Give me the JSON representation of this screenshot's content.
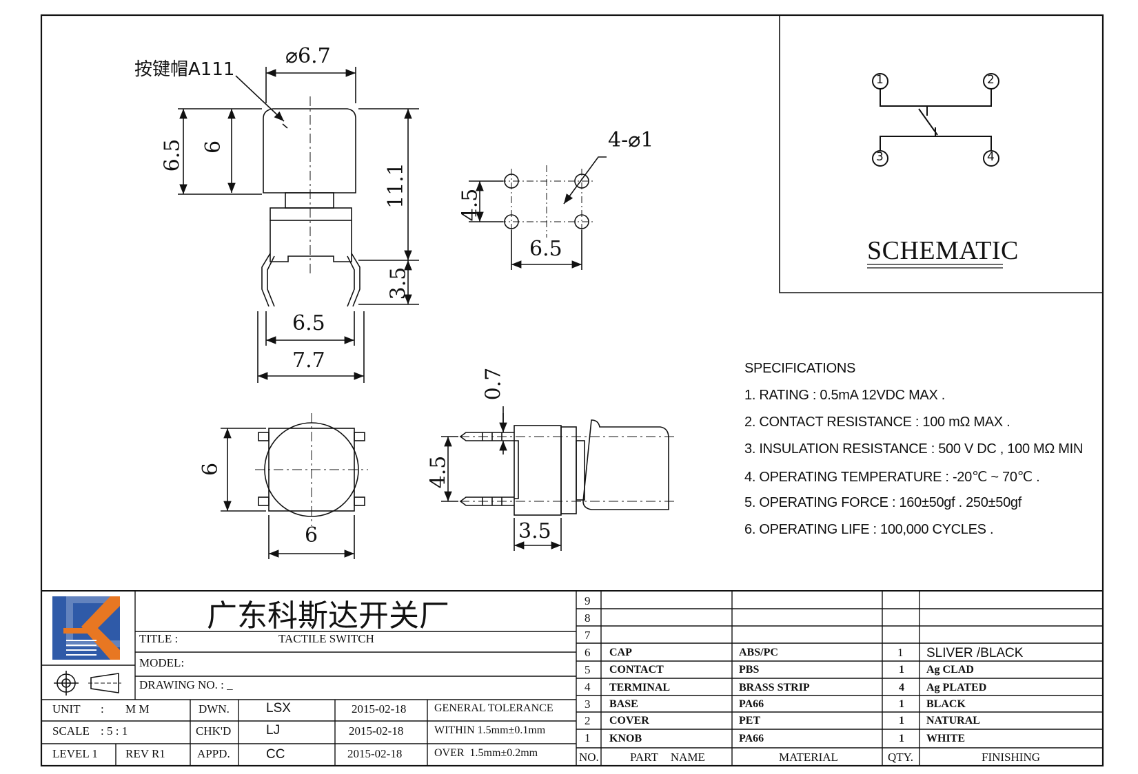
{
  "drawing": {
    "cap_callout": "按键帽A111",
    "dims": {
      "cap_diameter": "⌀6.7",
      "cap_height_total": "6.5",
      "cap_height": "6",
      "overall_height": "11.1",
      "pin_length": "3.5",
      "pin_span": "6.5",
      "body_width": "7.7",
      "hole_spec": "4-⌀1",
      "hole_pitch_v": "4.5",
      "hole_pitch_h": "6.5",
      "top_height": "6",
      "top_width": "6",
      "side_offset": "0.7",
      "side_pitch": "4.5",
      "side_depth": "3.5"
    }
  },
  "schematic": {
    "title": "SCHEMATIC",
    "pins": [
      "1",
      "2",
      "3",
      "4"
    ]
  },
  "specifications": {
    "heading": "SPECIFICATIONS",
    "items": [
      "1. RATING : 0.5mA 12VDC MAX .",
      "2. CONTACT RESISTANCE : 100 mΩ MAX .",
      "3. INSULATION RESISTANCE : 500 V DC , 100 MΩ MIN",
      "4. OPERATING TEMPERATURE : -20℃ ~ 70℃ .",
      "5. OPERATING FORCE : 160±50gf . 250±50gf",
      "6. OPERATING LIFE : 100,000 CYCLES ."
    ]
  },
  "title_block": {
    "company": "广东科斯达开关厂",
    "title_label": "TITLE :",
    "title_value": "TACTILE SWITCH",
    "model_label": "MODEL:",
    "drawing_no_label": "DRAWING NO. : _",
    "unit_label": "UNIT",
    "unit_sep": ":",
    "unit_value": "M M",
    "scale_label": "SCALE",
    "scale_value": ": 5 : 1",
    "level_label": "LEVEL 1",
    "rev_label": "REV R1",
    "roles": [
      {
        "role": "DWN.",
        "name": "LSX",
        "date": "2015-02-18"
      },
      {
        "role": "CHK'D",
        "name": "LJ",
        "date": "2015-02-18"
      },
      {
        "role": "APPD.",
        "name": "CC",
        "date": "2015-02-18"
      }
    ],
    "tolerance": [
      "GENERAL TOLERANCE",
      "WITHIN 1.5mm±0.1mm",
      "OVER  1.5mm±0.2mm"
    ]
  },
  "parts_table": {
    "headers": [
      "NO.",
      "PART NAME",
      "MATERIAL",
      "QTY.",
      "FINISHING"
    ],
    "rows": [
      {
        "no": "9",
        "part": "",
        "material": "",
        "qty": "",
        "finishing": ""
      },
      {
        "no": "8",
        "part": "",
        "material": "",
        "qty": "",
        "finishing": ""
      },
      {
        "no": "7",
        "part": "",
        "material": "",
        "qty": "",
        "finishing": ""
      },
      {
        "no": "6",
        "part": "CAP",
        "material": "ABS/PC",
        "qty": "1",
        "finishing": "SLIVER /BLACK"
      },
      {
        "no": "5",
        "part": "CONTACT",
        "material": "PBS",
        "qty": "1",
        "finishing": "Ag CLAD"
      },
      {
        "no": "4",
        "part": "TERMINAL",
        "material": "BRASS STRIP",
        "qty": "4",
        "finishing": "Ag PLATED"
      },
      {
        "no": "3",
        "part": "BASE",
        "material": "PA66",
        "qty": "1",
        "finishing": "BLACK"
      },
      {
        "no": "2",
        "part": "COVER",
        "material": "PET",
        "qty": "1",
        "finishing": "NATURAL"
      },
      {
        "no": "1",
        "part": "KNOB",
        "material": "PA66",
        "qty": "1",
        "finishing": "WHITE"
      }
    ]
  },
  "colors": {
    "logo_blue": "#2f5aa8",
    "logo_orange": "#e87722"
  }
}
